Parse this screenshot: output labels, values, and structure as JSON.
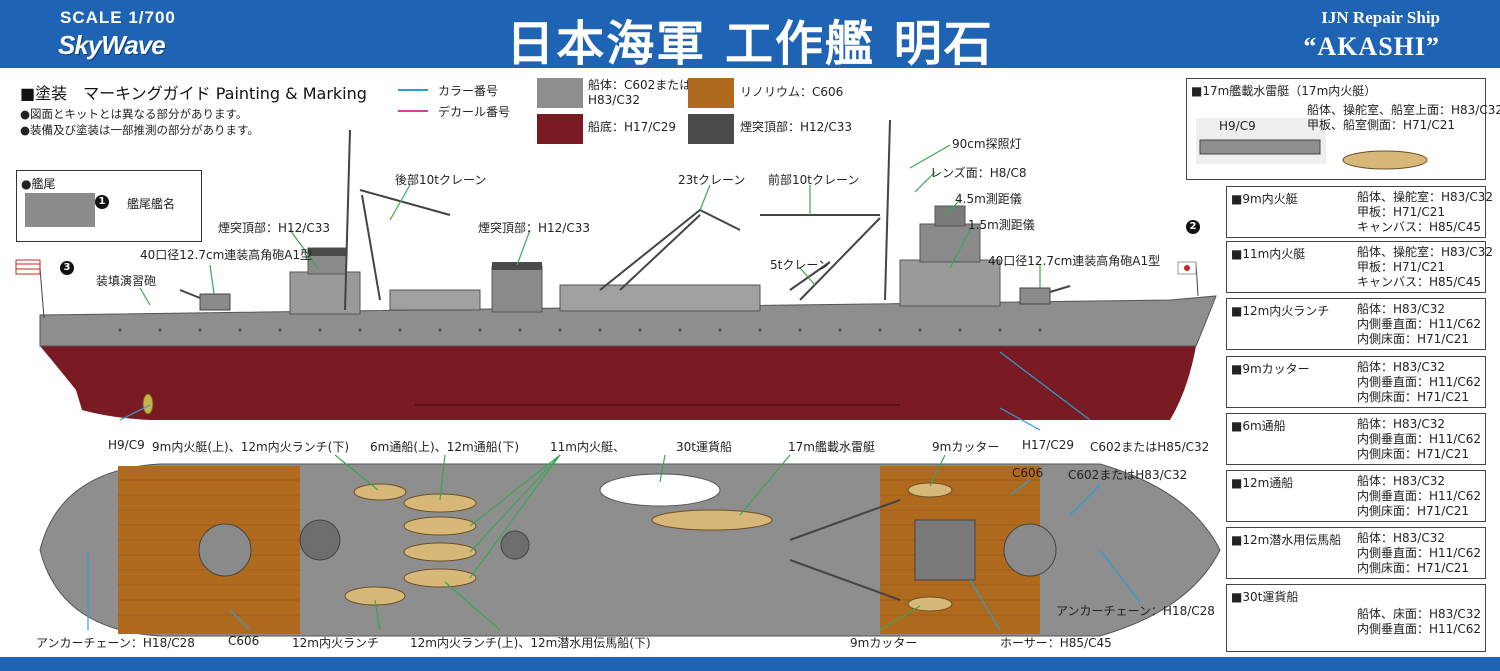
{
  "header": {
    "scale": "SCALE 1/700",
    "brand": "SkyWave",
    "title": "日本海軍 工作艦 明石",
    "subtitle_en": "IJN Repair Ship",
    "name_en": "“AKASHI”"
  },
  "guide": {
    "title": "■塗装　マーキングガイド Painting & Marking",
    "notes": [
      "●図面とキットとは異なる部分があります。",
      "●装備及び塗装は一部推測の部分があります。"
    ],
    "legend": [
      {
        "label": "カラー番号",
        "color": "#2a9fd6"
      },
      {
        "label": "デカール番号",
        "color": "#d63fa3"
      }
    ],
    "swatches": [
      {
        "label": "船体：C602または\nH83/C32",
        "color": "#8e8e8e"
      },
      {
        "label": "船底：H17/C29",
        "color": "#7a1a22"
      },
      {
        "label": "リノリウム：C606",
        "color": "#b06a1e"
      },
      {
        "label": "煙突頂部：H12/C33",
        "color": "#4a4a4a"
      }
    ]
  },
  "stern": {
    "title": "●艦尾",
    "label": "艦尾艦名"
  },
  "markers": [
    "1",
    "2",
    "3"
  ],
  "side_labels": {
    "aft_crane": "後部10tクレーン",
    "funnel_top_aft": "煙突頂部：H12/C33",
    "funnel_top_mid": "煙突頂部：H12/C33",
    "gun_aft": "40口径12.7cm連装高角砲A1型",
    "loading_gun": "装填演習砲",
    "crane_23t": "23tクレーン",
    "fwd_crane": "前部10tクレーン",
    "crane_5t": "5tクレーン",
    "searchlight": "90cm探照灯",
    "lens": "レンズ面：H8/C8",
    "rangefinder_45": "4.5m測距儀",
    "rangefinder_15": "1.5m測距儀",
    "gun_fwd": "40口径12.7cm連装高角砲A1型",
    "propeller": "H9/C9",
    "bottom": "H17/C29",
    "hull": "C602またはH85/C32"
  },
  "top_labels": {
    "boats_9m_12m": "9m内火艇(上)、12m内火ランチ(下)",
    "boats_6m_12m": "6m通船(上)、12m通船(下)",
    "boat_11m": "11m内火艇、",
    "cargo_30t": "30t運貨船",
    "torpedo_17m": "17m艦載水雷艇",
    "cutter_9m_top": "9mカッター",
    "c606_fwd": "C606",
    "deck_fwd": "C602またはH83/C32",
    "anchor_aft": "アンカーチェーン：H18/C28",
    "c606_aft": "C606",
    "launch_12m": "12m内火ランチ",
    "launch_sub": "12m内火ランチ(上)、12m潜水用伝馬船(下)",
    "cutter_9m_bottom": "9mカッター",
    "hawser": "ホーサー：H85/C45",
    "anchor_fwd": "アンカーチェーン：H18/C28"
  },
  "torpedo_boat_panel": {
    "title": "■17m艦載水雷艇（17m内火艇）",
    "lines": [
      "船体、操舵室、船室上面：H83/C32",
      "甲板、船室側面：H71/C21"
    ],
    "propeller": "H9/C9"
  },
  "boat_panels": [
    {
      "title": "■9m内火艇",
      "lines": [
        "船体、操舵室：H83/C32",
        "甲板：H71/C21",
        "キャンバス：H85/C45"
      ]
    },
    {
      "title": "■11m内火艇",
      "lines": [
        "船体、操舵室：H83/C32",
        "甲板：H71/C21",
        "キャンバス：H85/C45"
      ]
    },
    {
      "title": "■12m内火ランチ",
      "lines": [
        "船体：H83/C32",
        "内側垂直面：H11/C62",
        "内側床面：H71/C21"
      ]
    },
    {
      "title": "■9mカッター",
      "lines": [
        "船体：H83/C32",
        "内側垂直面：H11/C62",
        "内側床面：H71/C21"
      ]
    },
    {
      "title": "■6m通船",
      "lines": [
        "船体：H83/C32",
        "内側垂直面：H11/C62",
        "内側床面：H71/C21"
      ]
    },
    {
      "title": "■12m通船",
      "lines": [
        "船体：H83/C32",
        "内側垂直面：H11/C62",
        "内側床面：H71/C21"
      ]
    },
    {
      "title": "■12m潜水用伝馬船",
      "lines": [
        "船体：H83/C32",
        "内側垂直面：H11/C62",
        "内側床面：H71/C21"
      ]
    },
    {
      "title": "■30t運貨船",
      "lines": [
        "船体、床面：H83/C32",
        "内側垂直面：H11/C62"
      ]
    }
  ]
}
